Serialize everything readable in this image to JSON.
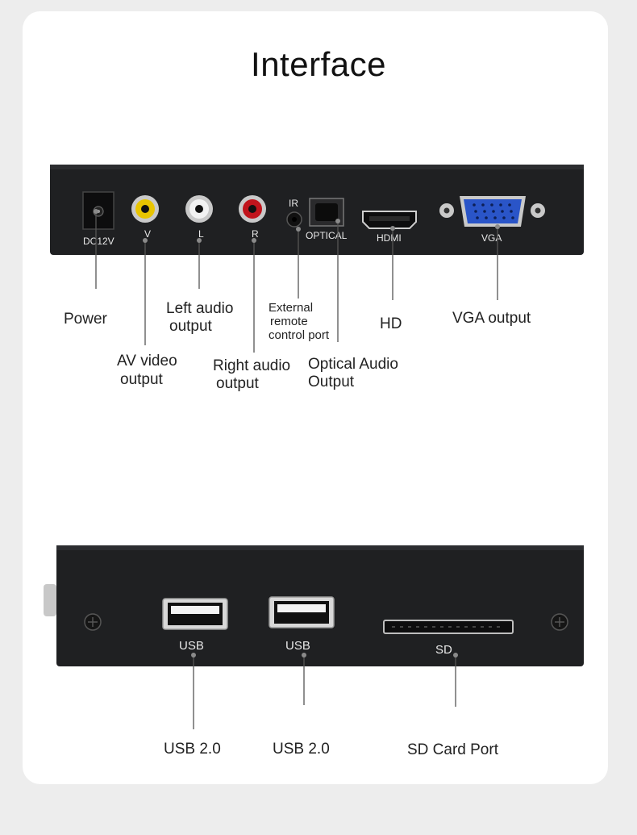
{
  "title": "Interface",
  "top_panel": {
    "ports": {
      "dc": "DC12V",
      "v": "V",
      "l": "L",
      "r": "R",
      "ir": "IR",
      "optical": "OPTICAL",
      "hdmi": "HDMI",
      "vga": "VGA"
    },
    "callouts": {
      "power": "Power",
      "av_video_1": "AV video",
      "av_video_2": "output",
      "left_audio_1": "Left audio",
      "left_audio_2": "output",
      "right_audio_1": "Right audio",
      "right_audio_2": "output",
      "external_1": "External",
      "external_2": "remote",
      "external_3": "control port",
      "optical_1": "Optical Audio",
      "optical_2": "Output",
      "hd": "HD",
      "vga_output": "VGA output"
    }
  },
  "bottom_panel": {
    "ports": {
      "usb1": "USB",
      "usb2": "USB",
      "sd": "SD"
    },
    "callouts": {
      "usb1": "USB 2.0",
      "usb2": "USB 2.0",
      "sd": "SD Card Port"
    }
  },
  "colors": {
    "panel": "#1f2022",
    "rca_video": "#e8c400",
    "rca_left": "#e6e6e6",
    "rca_right": "#c0141c",
    "vga_blue": "#2a55c8"
  }
}
